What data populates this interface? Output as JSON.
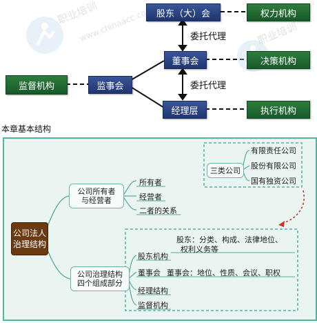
{
  "top_diagram": {
    "shareholders": "股东（大）会",
    "board": "董事会",
    "managers": "经理层",
    "supervisors": "监事会",
    "supervision_body": "监督机构",
    "power_body": "权力机构",
    "decision_body": "决策机构",
    "execution_body": "执行机构",
    "delegation_1": "委托代理",
    "delegation_2": "委托代理",
    "watermark_1": "职业培训",
    "watermark_2": "www.chinaacc.com",
    "watermark_3": "职业培训"
  },
  "section_title": "本章基本结构",
  "mindmap": {
    "root": [
      "公司法人",
      "治理结构"
    ],
    "branch_owners": [
      "公司所有者",
      "与经营者"
    ],
    "owners_items": [
      "所有者",
      "经营者",
      "二者的关系"
    ],
    "branch_governance": [
      "公司治理结构",
      "四个组成部分"
    ],
    "governance_items": [
      "股东机构",
      "董事会",
      "经理结构",
      "监督机构"
    ],
    "shareholder_detail": [
      "股东：分类、构成、法律地位、",
      "权利义务等"
    ],
    "board_detail": "董事会：地位、性质、会议、职权",
    "company_types_label": "三类公司",
    "company_types": [
      "有限责任公司",
      "股份有限公司",
      "国有独资公司"
    ]
  },
  "colors": {
    "navy": "#2b4686",
    "green": "#1f6b32",
    "mindmap_bg": "#eaf4f0",
    "mindmap_border": "#4fb3a2",
    "root_box": "#6b3a10",
    "connector_red": "#c0392b"
  }
}
